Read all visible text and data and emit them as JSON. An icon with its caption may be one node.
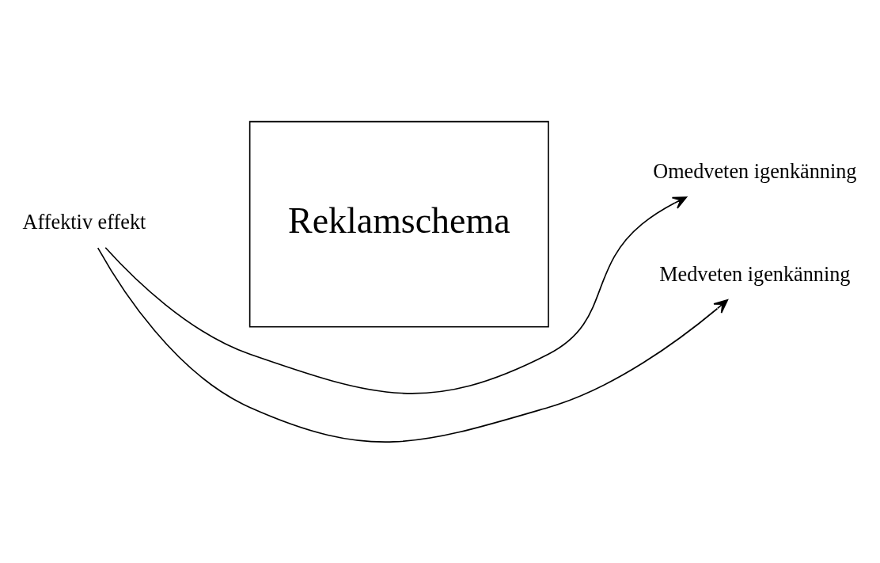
{
  "diagram": {
    "nodes": [
      {
        "text": [
          "Affektiv effekt"
        ]
      },
      {
        "text": [
          "Reklamschema"
        ]
      },
      {
        "text": [
          "Omedveten igenkänning"
        ]
      },
      {
        "text": [
          "Medveten igenkänning"
        ]
      }
    ],
    "edges": [
      {
        "from": 0,
        "to": 2,
        "arrow": "to"
      },
      {
        "from": 0,
        "to": 3,
        "arrow": "to"
      }
    ]
  }
}
